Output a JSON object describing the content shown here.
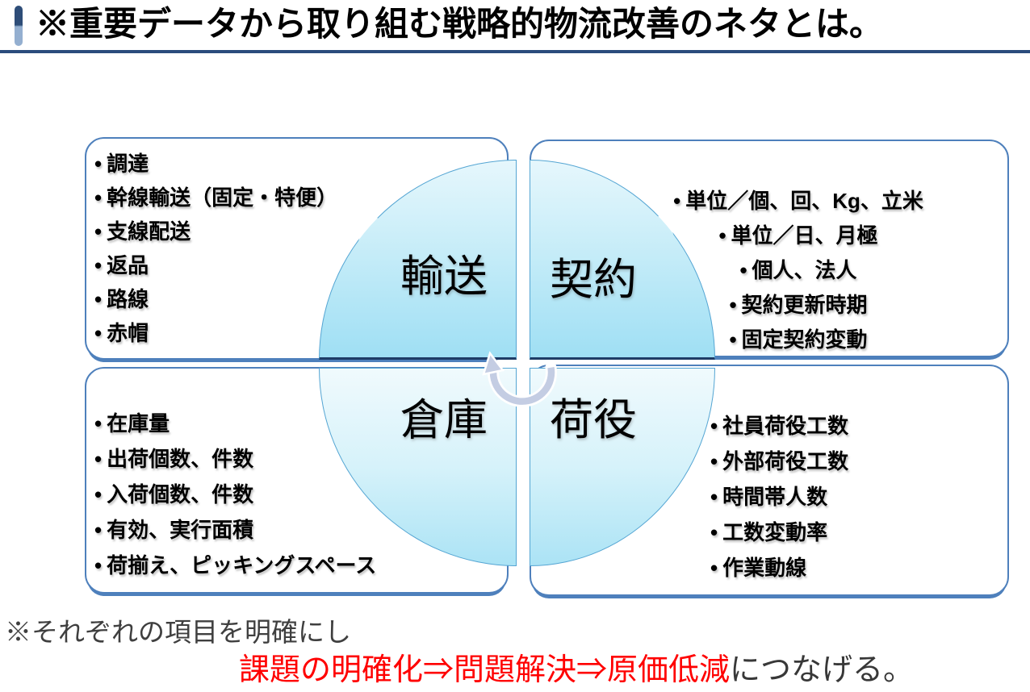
{
  "title": "※重要データから取り組む戦略的物流改善のネタとは。",
  "quadrants": [
    {
      "key": "transport",
      "label": "輸送",
      "items": [
        "調達",
        "幹線輸送（固定・特便）",
        "支線配送",
        "返品",
        "路線",
        "赤帽"
      ]
    },
    {
      "key": "contract",
      "label": "契約",
      "items": [
        "単位／個、回、Kg、立米",
        "単位／日、月極",
        "個人、法人",
        "契約更新時期",
        "固定契約変動"
      ]
    },
    {
      "key": "warehouse",
      "label": "倉庫",
      "items": [
        "在庫量",
        "出荷個数、件数",
        "入荷個数、件数",
        "有効、実行面積",
        "荷揃え、ピッキングスペース"
      ]
    },
    {
      "key": "cargo-handling",
      "label": "荷役",
      "items": [
        "社員荷役工数",
        "外部荷役工数",
        "時間帯人数",
        "工数変動率",
        "作業動線"
      ]
    }
  ],
  "center_icon": "circular-arrow-icon",
  "footer": {
    "line1": "※それぞれの項目を明確にし",
    "line2_red": "課題の明確化⇒問題解決⇒原価低減",
    "line2_suffix": "につなげる。"
  },
  "colors": {
    "box_border": "#4E80BC",
    "quad_border": "#54A5D3",
    "quad_top_edge": "#1E3C66",
    "quad_fill_top": "#E6F7FC",
    "quad_fill_bottom": "#9FDFF4",
    "title_rule": "#2B4C7C",
    "accent_bar_top": "#2E4D78",
    "accent_bar_bottom": "#94AFD0",
    "highlight_red": "#FF0000",
    "arrow_icon": "#C4CDE3"
  }
}
